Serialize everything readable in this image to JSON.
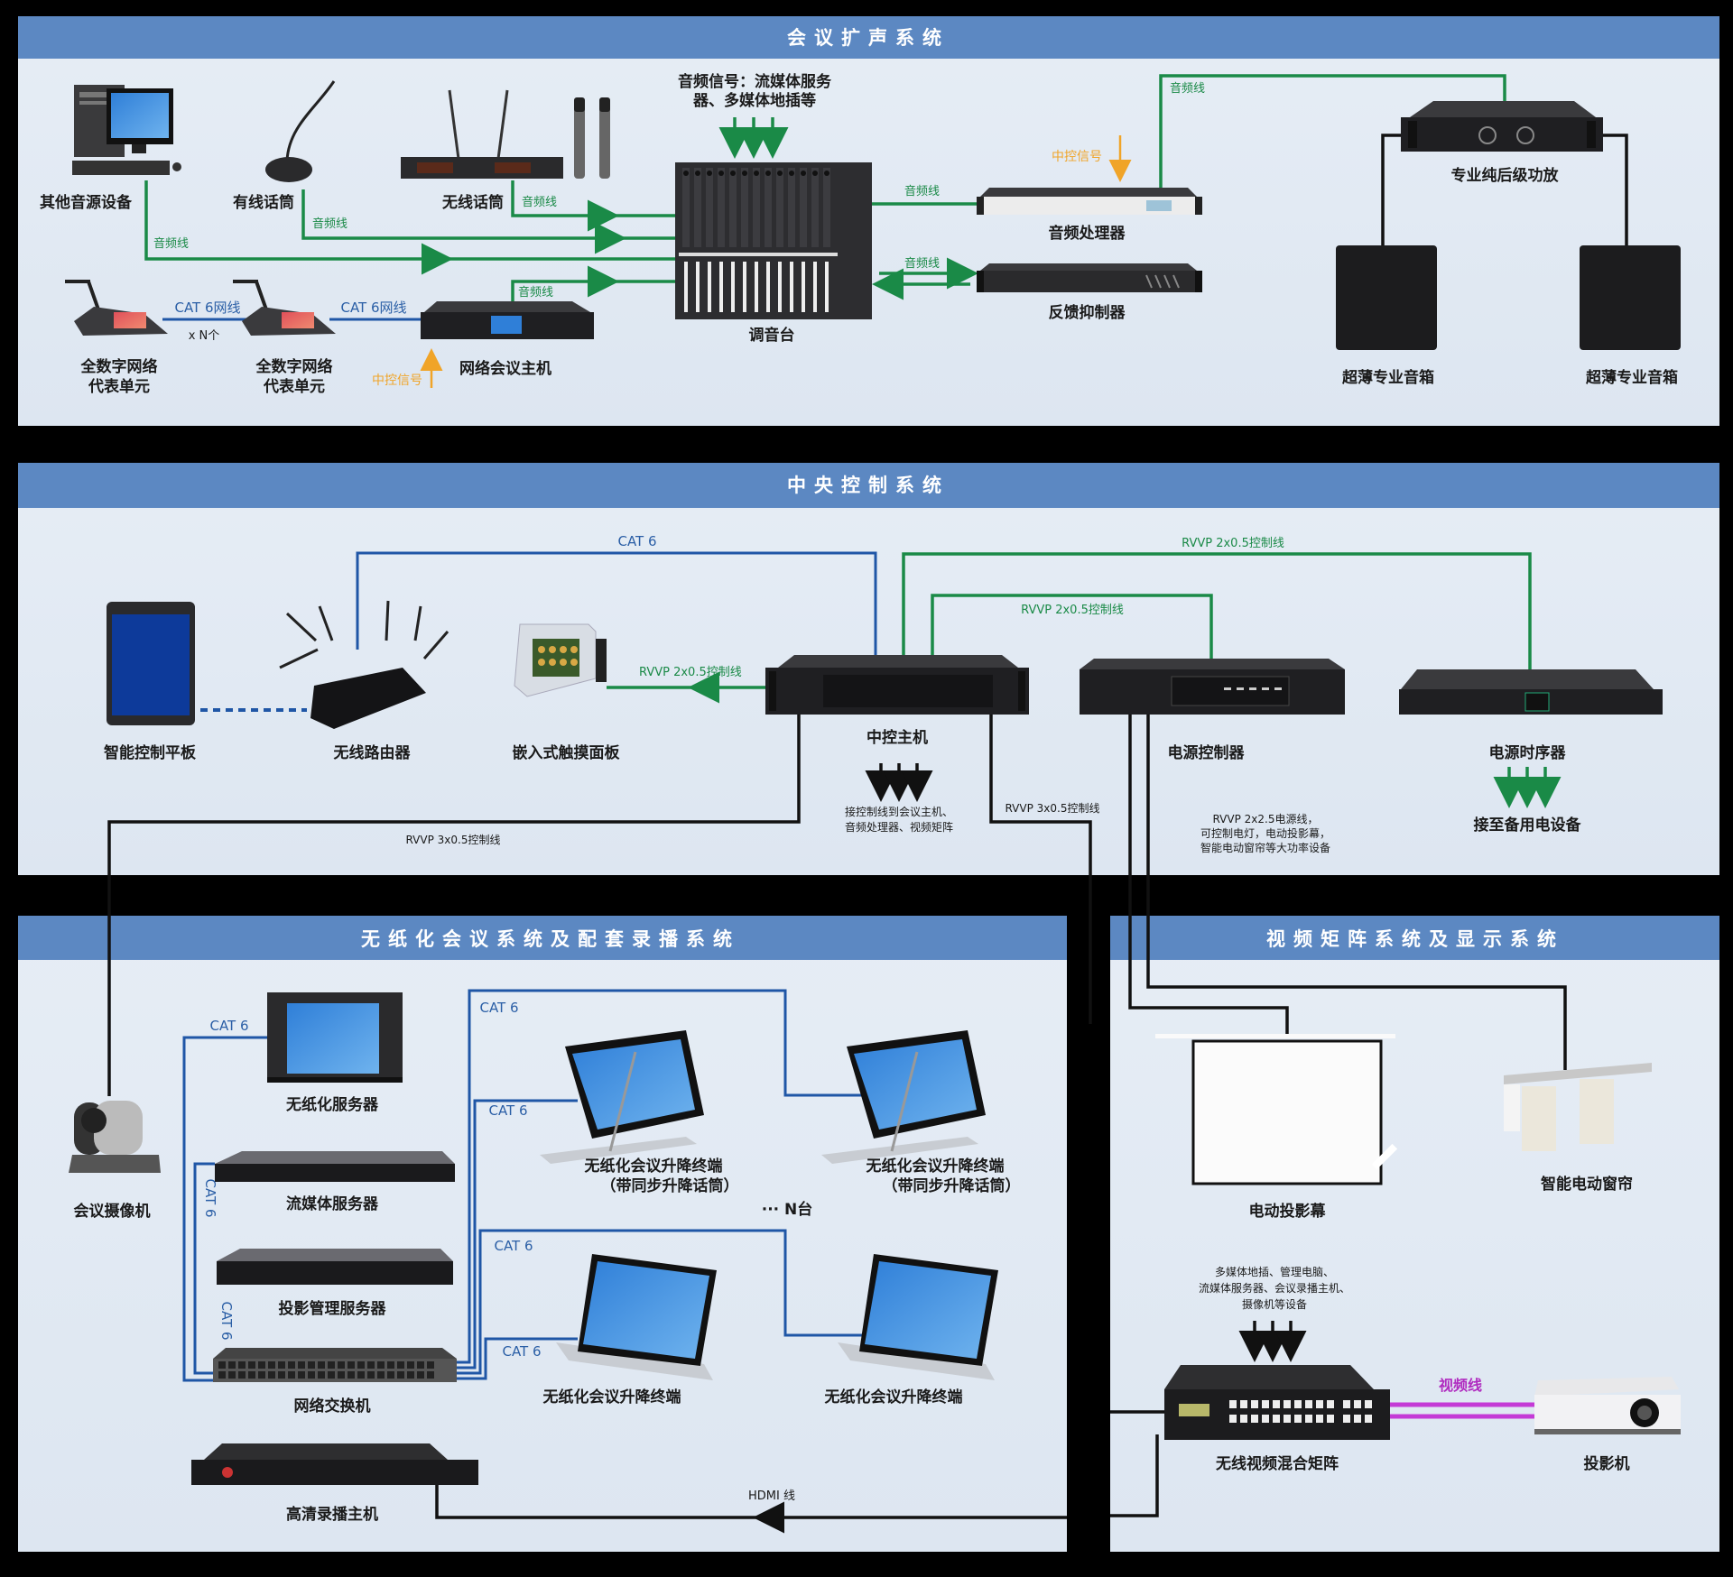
{
  "colors": {
    "header_bar": "#5c88c2",
    "panel_bg": "#e3eaf3",
    "audio_wire": "#1a8a47",
    "network_wire": "#1f56a6",
    "control_wire": "#111111",
    "control_signal": "#f0a428",
    "video_wire": "#c43ad6",
    "background": "#000000"
  },
  "panels": {
    "sound": {
      "title": "会议扩声系统",
      "devices": {
        "pc": "其他音源设备",
        "wired_mic": "有线话筒",
        "wireless_mic": "无线话筒",
        "mixer": "调音台",
        "processor": "音频处理器",
        "feedback": "反馈抑制器",
        "amp": "专业纯后级功放",
        "speaker_left": "超薄专业音箱",
        "speaker_right": "超薄专业音箱",
        "delegate_1": [
          "全数字网络",
          "代表单元"
        ],
        "delegate_2": [
          "全数字网络",
          "代表单元"
        ],
        "conf_host": "网络会议主机"
      },
      "notes": {
        "audio_source": [
          "音频信号：流媒体服务",
          "器、多媒体地插等"
        ],
        "times_n": "x N个",
        "cat6_net_1": "CAT 6网线",
        "cat6_net_2": "CAT 6网线",
        "ctrl_signal_1": "中控信号",
        "ctrl_signal_2": "中控信号"
      },
      "wire_labels": {
        "audio_pc": "音频线",
        "audio_wired": "音频线",
        "audio_wireless": "音频线",
        "audio_host": "音频线",
        "audio_processor": "音频线",
        "audio_feedback": "音频线",
        "audio_amp": "音频线"
      }
    },
    "control": {
      "title": "中央控制系统",
      "devices": {
        "tablet": "智能控制平板",
        "router": "无线路由器",
        "touch_panel": "嵌入式触摸面板",
        "main_host": "中控主机",
        "power_ctrl": "电源控制器",
        "sequencer": "电源时序器"
      },
      "wire_labels": {
        "cat6": "CAT 6",
        "rvvp_touch": "RVVP 2x0.5控制线",
        "rvvp_power": "RVVP 2x0.5控制线",
        "rvvp_seq": "RVVP 2x0.5控制线",
        "rvvp_cam": "RVVP 3x0.5控制线",
        "rvvp_right": "RVVP 3x0.5控制线"
      },
      "notes": {
        "host_out": [
          "接控制线到会议主机、",
          "音频处理器、视频矩阵"
        ],
        "power_out": [
          "RVVP 2x2.5电源线，",
          "可控制电灯，电动投影幕，",
          "智能电动窗帘等大功率设备"
        ],
        "seq_out": "接至备用电设备"
      }
    },
    "paperless": {
      "title": "无纸化会议系统及配套录播系统",
      "devices": {
        "camera": "会议摄像机",
        "paperless_server": "无纸化服务器",
        "stream_server": "流媒体服务器",
        "projection_server": "投影管理服务器",
        "switch": "网络交换机",
        "recorder": "高清录播主机",
        "terminal_mic_1": [
          "无纸化会议升降终端",
          "（带同步升降话筒）"
        ],
        "terminal_mic_2": [
          "无纸化会议升降终端",
          "（带同步升降话筒）"
        ],
        "terminal_1": "无纸化会议升降终端",
        "terminal_2": "无纸化会议升降终端"
      },
      "wire_labels": {
        "cat6_server": "CAT 6",
        "cat6_stream": "CAT 6",
        "cat6_proj": "CAT 6",
        "cat6_t1": "CAT 6",
        "cat6_t2": "CAT 6",
        "cat6_t3": "CAT 6",
        "cat6_t4": "CAT 6",
        "hdmi": "HDMI 线"
      },
      "notes": {
        "n_units": "··· N台"
      }
    },
    "video": {
      "title": "视频矩阵系统及显示系统",
      "devices": {
        "screen": "电动投影幕",
        "curtain": "智能电动窗帘",
        "matrix": "无线视频混合矩阵",
        "projector": "投影机"
      },
      "notes": {
        "matrix_in": [
          "多媒体地插、管理电脑、",
          "流媒体服务器、会议录播主机、",
          "摄像机等设备"
        ]
      },
      "wire_labels": {
        "video": "视频线"
      }
    }
  }
}
